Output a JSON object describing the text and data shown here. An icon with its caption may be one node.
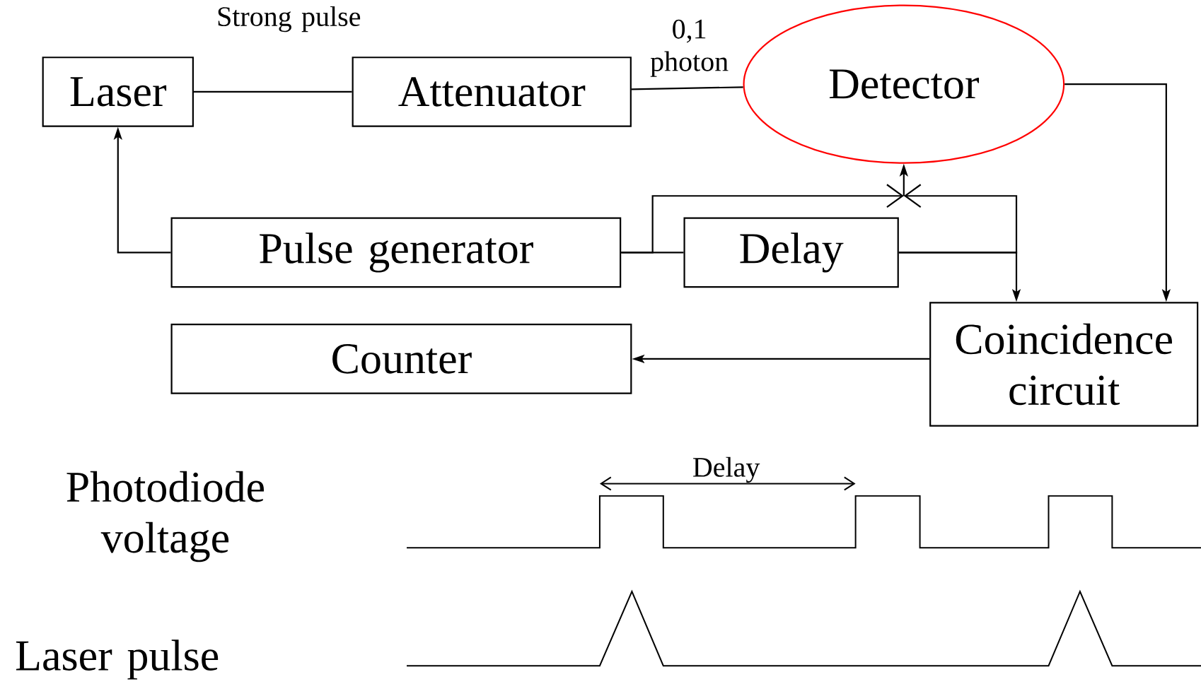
{
  "diagram": {
    "nodes": [
      {
        "text": [
          "Laser"
        ]
      },
      {
        "text": [
          "Attenuator"
        ]
      },
      {
        "text": [
          "Detector"
        ]
      },
      {
        "text": [
          "Pulse generator"
        ]
      },
      {
        "text": [
          "Delay"
        ]
      },
      {
        "text": [
          "Coincidence circuit"
        ]
      },
      {
        "text": [
          "Counter"
        ]
      },
      {
        "text": [
          "Photodiode voltage"
        ]
      },
      {
        "text": [
          "Laser pulse"
        ]
      }
    ],
    "edges": [
      {
        "from": 0,
        "to": 1,
        "arrow": "none",
        "label": "Strong pulse"
      },
      {
        "from": 1,
        "to": 2,
        "arrow": "none",
        "label": "0,1 photon"
      },
      {
        "from": 2,
        "to": 5,
        "arrow": "to"
      },
      {
        "from": 3,
        "to": 0,
        "arrow": "to"
      },
      {
        "from": 3,
        "to": 4,
        "arrow": "none"
      },
      {
        "from": 3,
        "to": 2,
        "arrow": "to"
      },
      {
        "from": 4,
        "to": 2,
        "arrow": "to"
      },
      {
        "from": 4,
        "to": 5,
        "arrow": "to"
      },
      {
        "from": 5,
        "to": 6,
        "arrow": "to"
      }
    ],
    "labels": [
      "Delay"
    ]
  }
}
